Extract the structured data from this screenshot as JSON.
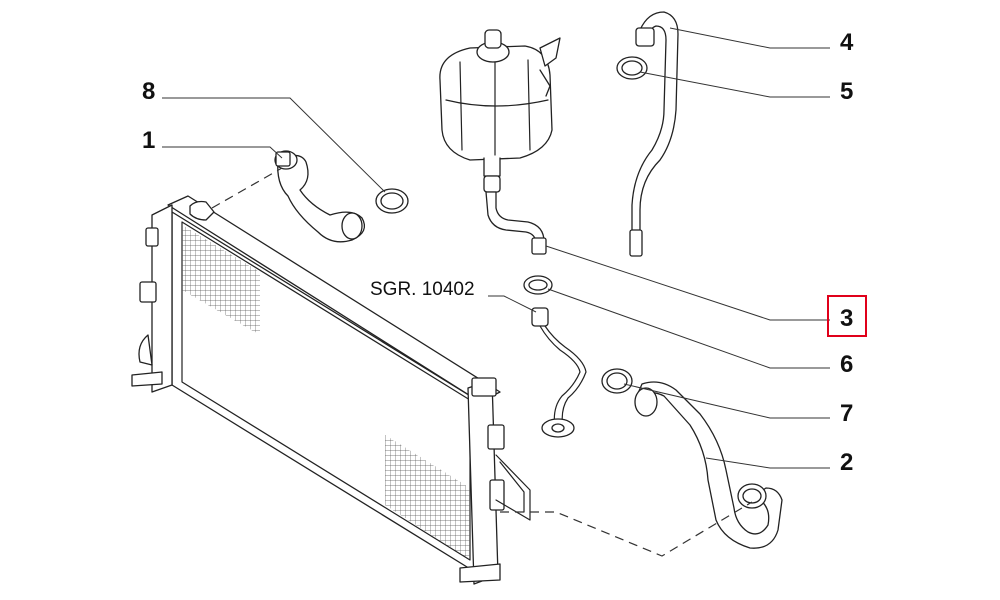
{
  "diagram": {
    "reference_label": "SGR. 10402",
    "callouts": [
      {
        "id": "c1",
        "number": "1"
      },
      {
        "id": "c2",
        "number": "2"
      },
      {
        "id": "c3",
        "number": "3",
        "highlighted": true
      },
      {
        "id": "c4",
        "number": "4"
      },
      {
        "id": "c5",
        "number": "5"
      },
      {
        "id": "c6",
        "number": "6"
      },
      {
        "id": "c7",
        "number": "7"
      },
      {
        "id": "c8",
        "number": "8"
      }
    ],
    "highlight_color": "#e0001a",
    "line_color": "#222222"
  }
}
